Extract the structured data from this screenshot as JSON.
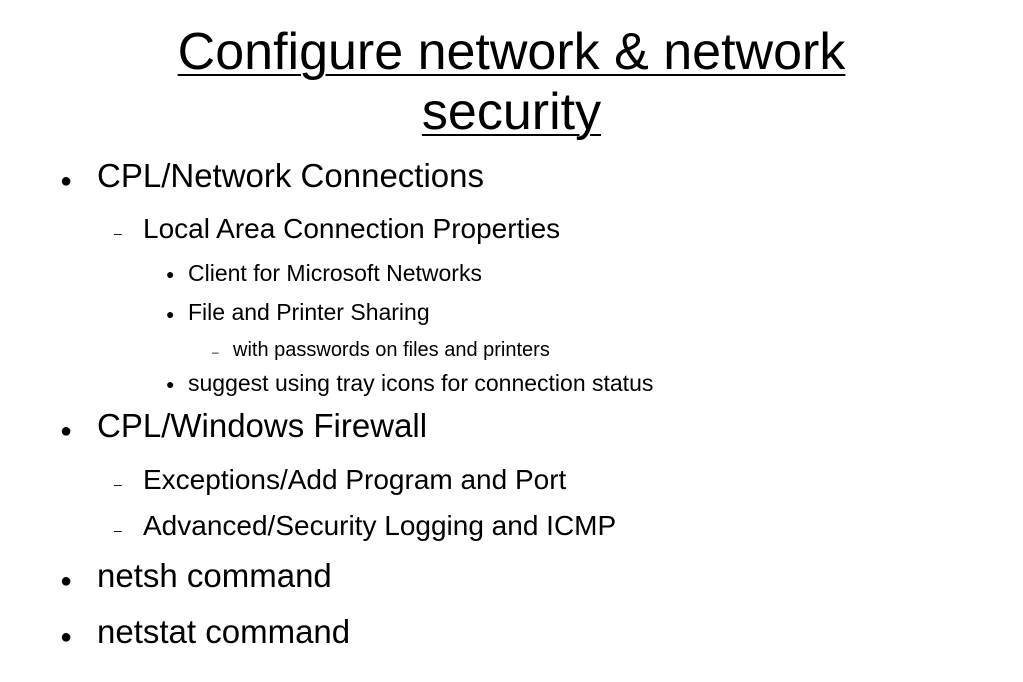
{
  "slide": {
    "title_line1": "Configure network & network",
    "title_line2": "security",
    "bullet_dot": "●",
    "bullet_dash": "–",
    "items": [
      {
        "text": "CPL/Network Connections"
      },
      {
        "text": "Local Area Connection Properties"
      },
      {
        "text": "Client for Microsoft Networks"
      },
      {
        "text": "File and Printer Sharing"
      },
      {
        "text": "with passwords on files and printers"
      },
      {
        "text": "suggest using tray icons for connection status"
      },
      {
        "text": "CPL/Windows Firewall"
      },
      {
        "text": "Exceptions/Add Program and Port"
      },
      {
        "text": "Advanced/Security Logging and ICMP"
      },
      {
        "text": "netsh command"
      },
      {
        "text": "netstat command"
      }
    ]
  }
}
